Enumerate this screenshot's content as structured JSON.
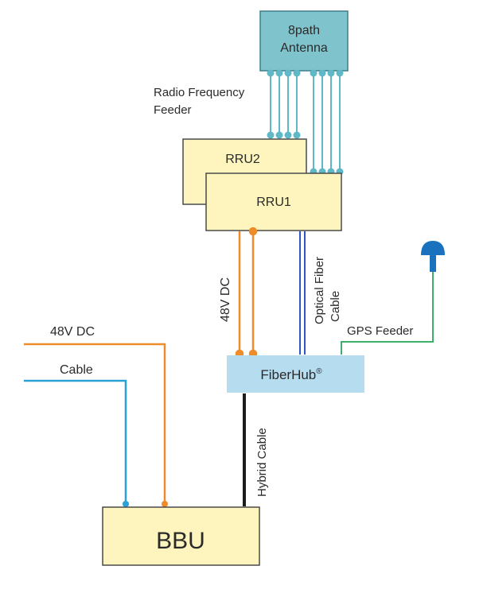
{
  "colors": {
    "teal_box": "#7fc3cd",
    "yellow_box": "#fdf5bd",
    "fiberhub_box": "#b5dcef",
    "orange": "#ef8c2a",
    "blue_cable": "#2aa1d6",
    "optical_blue": "#2f57c4",
    "green": "#3fae6a",
    "black": "#1c1c1c",
    "teal_line": "#5fb8c6",
    "label_dark": "#3a3a3a",
    "label_purple": "#3a3c9a",
    "gps_blue": "#1a72bf"
  },
  "nodes": {
    "antenna": {
      "line1": "8path",
      "line2": "Antenna"
    },
    "rru2": "RRU2",
    "rru1": "RRU1",
    "fiberhub": {
      "name": "FiberHub",
      "mark": "®"
    },
    "bbu": "BBU"
  },
  "labels": {
    "rf_feeder_line1": "Radio Frequency",
    "rf_feeder_line2": "Feeder",
    "dc_48v_vertical": "48V DC",
    "optical_line1": "Optical Fiber",
    "optical_line2": "Cable",
    "gps_feeder": "GPS Feeder",
    "dc_48v_left": "48V DC",
    "cable_left": "Cable",
    "hybrid_cable": "Hybrid Cable"
  },
  "icons": {
    "gps_antenna": "gps-antenna-icon"
  }
}
